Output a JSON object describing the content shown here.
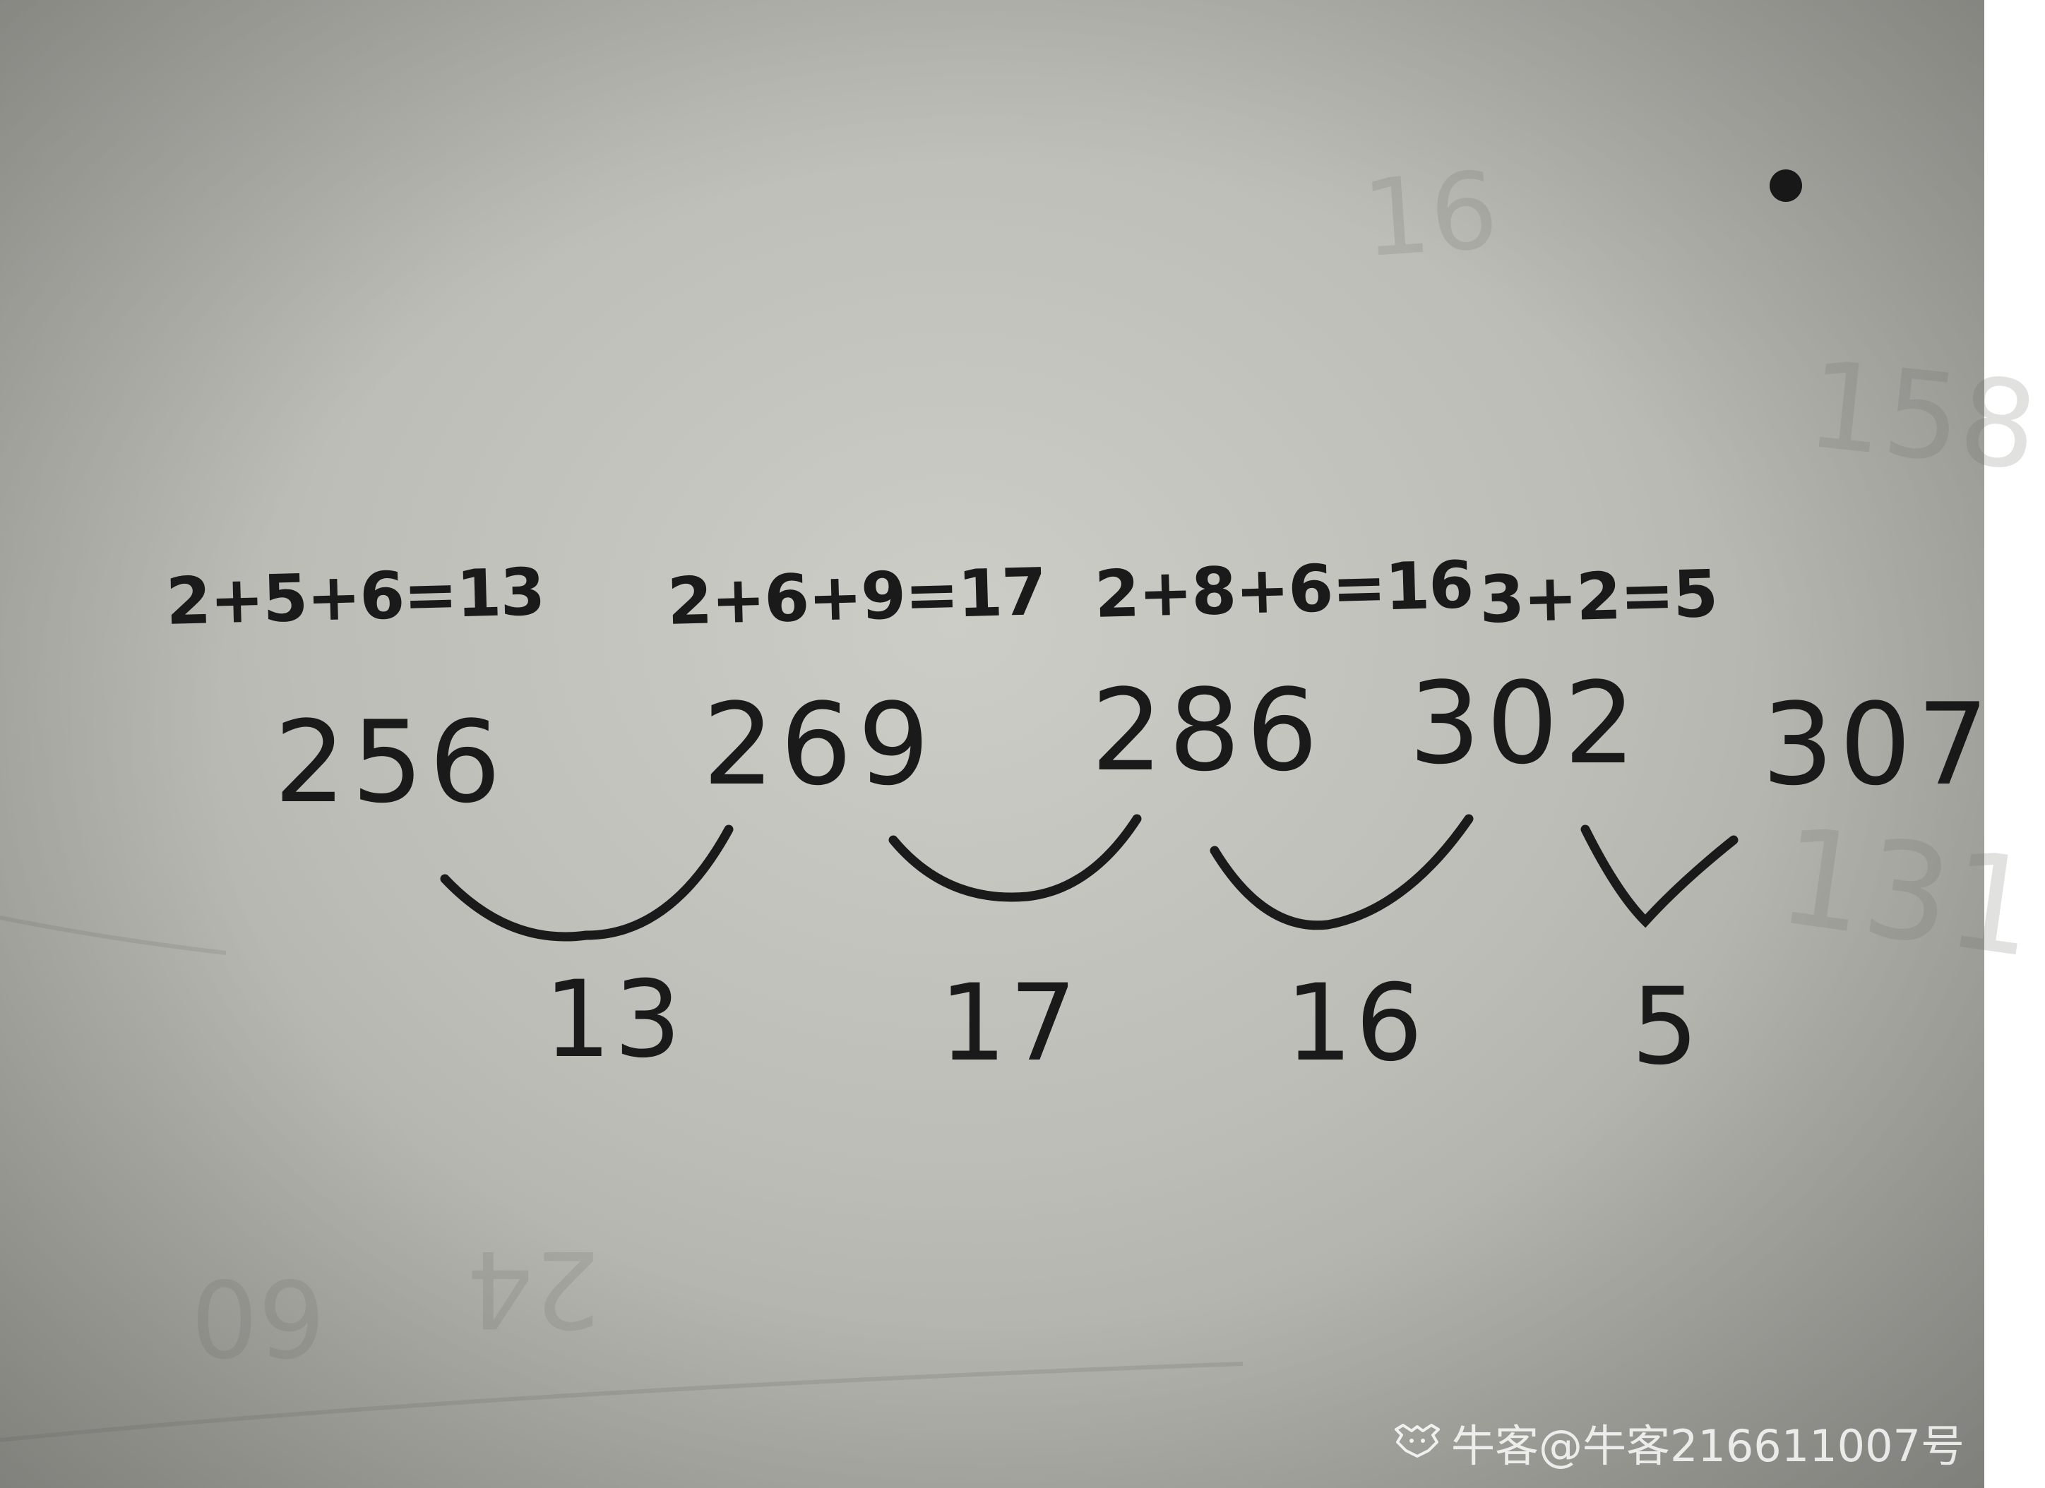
{
  "colors": {
    "paper": "#c4c4be",
    "ink": "#1a1a1a",
    "ghost": "#8a8a85",
    "watermark": "#ffffff"
  },
  "formulas": [
    "2+5+6=13",
    "2+6+9=17",
    "2+8+6=16",
    "3+2=5"
  ],
  "numbers": [
    "256",
    "269",
    "286",
    "302",
    "307"
  ],
  "differences": [
    "13",
    "17",
    "16",
    "5"
  ],
  "ghost_marks": [
    "16",
    "158",
    "131",
    "60",
    "24"
  ],
  "watermark": {
    "icon": "niuke-logo-icon",
    "text": "牛客@牛客216611007号"
  }
}
